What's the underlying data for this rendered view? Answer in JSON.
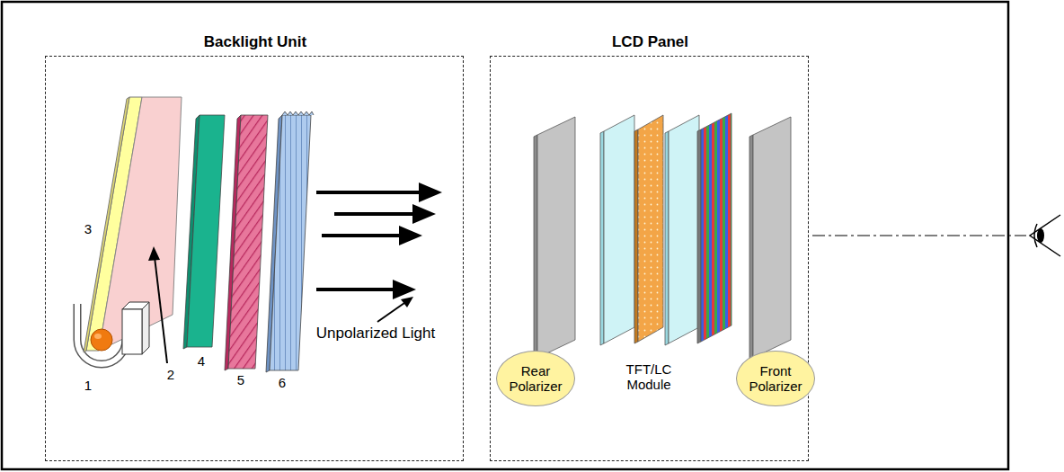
{
  "diagram": {
    "nodes": [
      {
        "text": [
          "Backlight Unit"
        ]
      },
      {
        "text": [
          "LCD Panel"
        ]
      },
      {
        "text": [
          "Rear Polarizer"
        ],
        "in": 1
      },
      {
        "text": [
          "Front Polarizer"
        ],
        "in": 1
      }
    ],
    "labels": [
      "3",
      "4",
      "5",
      "6",
      "1",
      "2",
      "Unpolarized Light",
      "TFT/LC Module"
    ]
  }
}
